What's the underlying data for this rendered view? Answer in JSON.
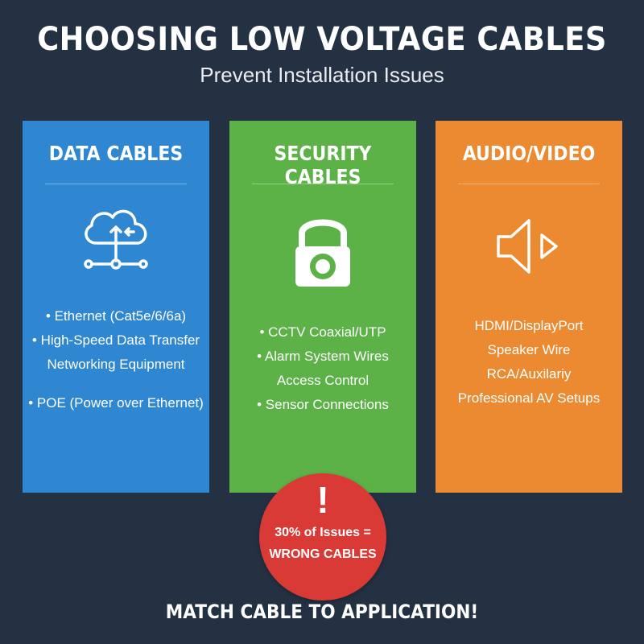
{
  "header": {
    "title": "CHOOSING LOW VOLTAGE CABLES",
    "subtitle": "Prevent Installation Issues"
  },
  "colors": {
    "background": "#243142",
    "data_card": "#2f86d1",
    "security_card": "#5cb247",
    "audio_card": "#ec8a31",
    "alert": "#d93a35"
  },
  "cards": [
    {
      "title": "DATA CABLES",
      "icon": "cloud-upload-network-icon",
      "items": [
        "• Ethernet (Cat5e/6/6a)",
        "• High-Speed Data Transfer",
        "Networking Equipment",
        "• POE (Power over Ethernet)"
      ]
    },
    {
      "title": "SECURITY CABLES",
      "icon": "padlock-camera-icon",
      "items": [
        "• CCTV Coaxial/UTP",
        "• Alarm System Wires",
        "Access Control",
        "• Sensor Connections"
      ]
    },
    {
      "title": "AUDIO/VIDEO",
      "icon": "speaker-play-icon",
      "items": [
        "HDMI/DisplayPort",
        "Speaker Wire",
        "RCA/Auxilariy",
        "Professional AV Setups"
      ]
    }
  ],
  "alert": {
    "mark": "!",
    "line1": "30% of Issues =",
    "line2": "WRONG CABLES"
  },
  "footer": {
    "text": "MATCH CABLE TO APPLICATION!"
  }
}
